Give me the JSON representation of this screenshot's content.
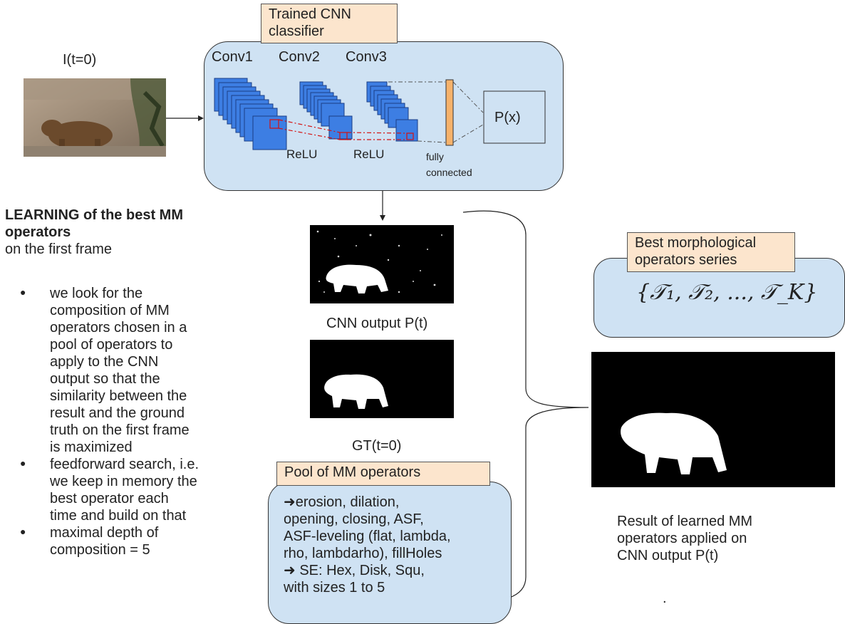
{
  "input_label": "I(t=0)",
  "cnn_title_line1": "Trained CNN",
  "cnn_title_line2": "classifier",
  "conv1": "Conv1",
  "conv2": "Conv2",
  "conv3": "Conv3",
  "relu1": "ReLU",
  "relu2": "ReLU",
  "fc_line1": "fully",
  "fc_line2": "connected",
  "px_label": "P(x)",
  "learning_title_line1": "LEARNING of the best MM",
  "learning_title_line2": "operators",
  "learning_subtitle": "on the first frame",
  "bullets": [
    "we look for the composition of MM operators chosen in a pool of operators to apply to the CNN output so that the similarity between the result and the ground truth on the first frame is maximized",
    "feedforward search, i.e. we keep in memory the best operator each time and build on that",
    "maximal depth of composition = 5"
  ],
  "bullet_lines": [
    [
      "we look for the",
      "composition of MM",
      "operators chosen in a",
      "pool of operators to",
      "apply to the CNN",
      "output so that the",
      "similarity between the",
      "result and the ground",
      "truth on the first frame",
      "is maximized"
    ],
    [
      "feedforward search, i.e.",
      "we keep in memory the",
      "best operator each",
      "time and build on that"
    ],
    [
      "maximal depth of",
      "composition = 5"
    ]
  ],
  "bullet_glyph": "●",
  "cnn_output_label": "CNN output P(t)",
  "gt_label": "GT(t=0)",
  "pool_title": "Pool of MM operators",
  "pool_lines": [
    "➜erosion, dilation,",
    "opening, closing, ASF,",
    "ASF-leveling (flat, lambda,",
    "rho, lambdarho), fillHoles",
    "➜ SE: Hex, Disk, Squ,",
    "with sizes 1 to 5"
  ],
  "best_title_line1": "Best morphological",
  "best_title_line2": "operators series",
  "best_formula": "{𝒯₁, 𝒯₂, ..., 𝒯_K}",
  "result_lines": [
    "Result of learned MM",
    "operators applied on",
    "CNN output P(t)"
  ],
  "trailing_dot": "."
}
